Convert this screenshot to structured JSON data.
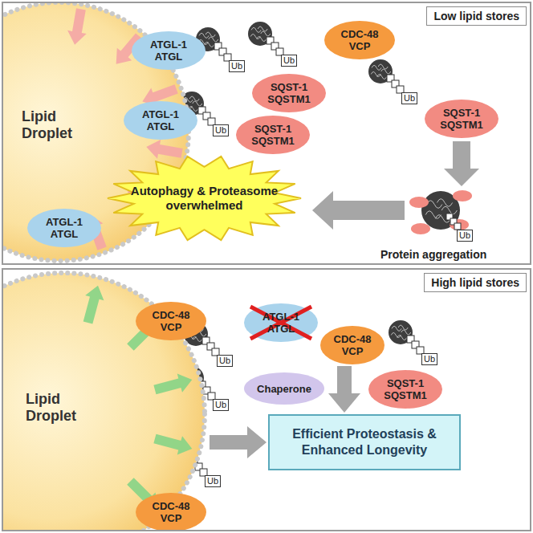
{
  "diagram": {
    "nodes": [
      {
        "text": [
          "Low lipid stores"
        ]
      },
      {
        "text": [
          "Lipid Droplet"
        ],
        "in": 0
      },
      {
        "text": [
          "ATGL-1",
          "ATGL"
        ],
        "in": 0
      },
      {
        "text": [
          "ATGL-1",
          "ATGL"
        ],
        "in": 0
      },
      {
        "text": [
          "ATGL-1",
          "ATGL"
        ],
        "in": 0
      },
      {
        "text": [
          "CDC-48",
          "VCP"
        ],
        "in": 0
      },
      {
        "text": [
          "SQST-1",
          "SQSTM1"
        ],
        "in": 0
      },
      {
        "text": [
          "SQST-1",
          "SQSTM1"
        ],
        "in": 0
      },
      {
        "text": [
          "SQST-1",
          "SQSTM1"
        ],
        "in": 0
      },
      {
        "text": [
          "Autophagy & Proteasome overwhelmed"
        ],
        "in": 0
      },
      {
        "text": [
          "High lipid stores"
        ]
      },
      {
        "text": [
          "Lipid Droplet"
        ],
        "in": 10
      },
      {
        "text": [
          "CDC-48",
          "VCP"
        ],
        "in": 10
      },
      {
        "text": [
          "ATGL-1",
          "ATGL"
        ],
        "in": 10
      },
      {
        "text": [
          "CDC-48",
          "VCP"
        ],
        "in": 10
      },
      {
        "text": [
          "Chaperone"
        ],
        "in": 10
      },
      {
        "text": [
          "SQST-1",
          "SQSTM1"
        ],
        "in": 10
      },
      {
        "text": [
          "CDC-48",
          "VCP"
        ],
        "in": 10
      },
      {
        "text": [
          "Efficient Proteostasis & Enhanced Longevity"
        ],
        "in": 10
      }
    ],
    "edges": [
      {
        "from": 14,
        "to": 18,
        "arrow": "to"
      },
      {
        "from": 11,
        "to": 18,
        "arrow": "to"
      }
    ],
    "labels": [
      "Ub",
      "Ub",
      "Ub",
      "Ub",
      "Ub",
      "Protein aggregation",
      "Ub",
      "Ub",
      "Ub",
      "Ub"
    ]
  }
}
